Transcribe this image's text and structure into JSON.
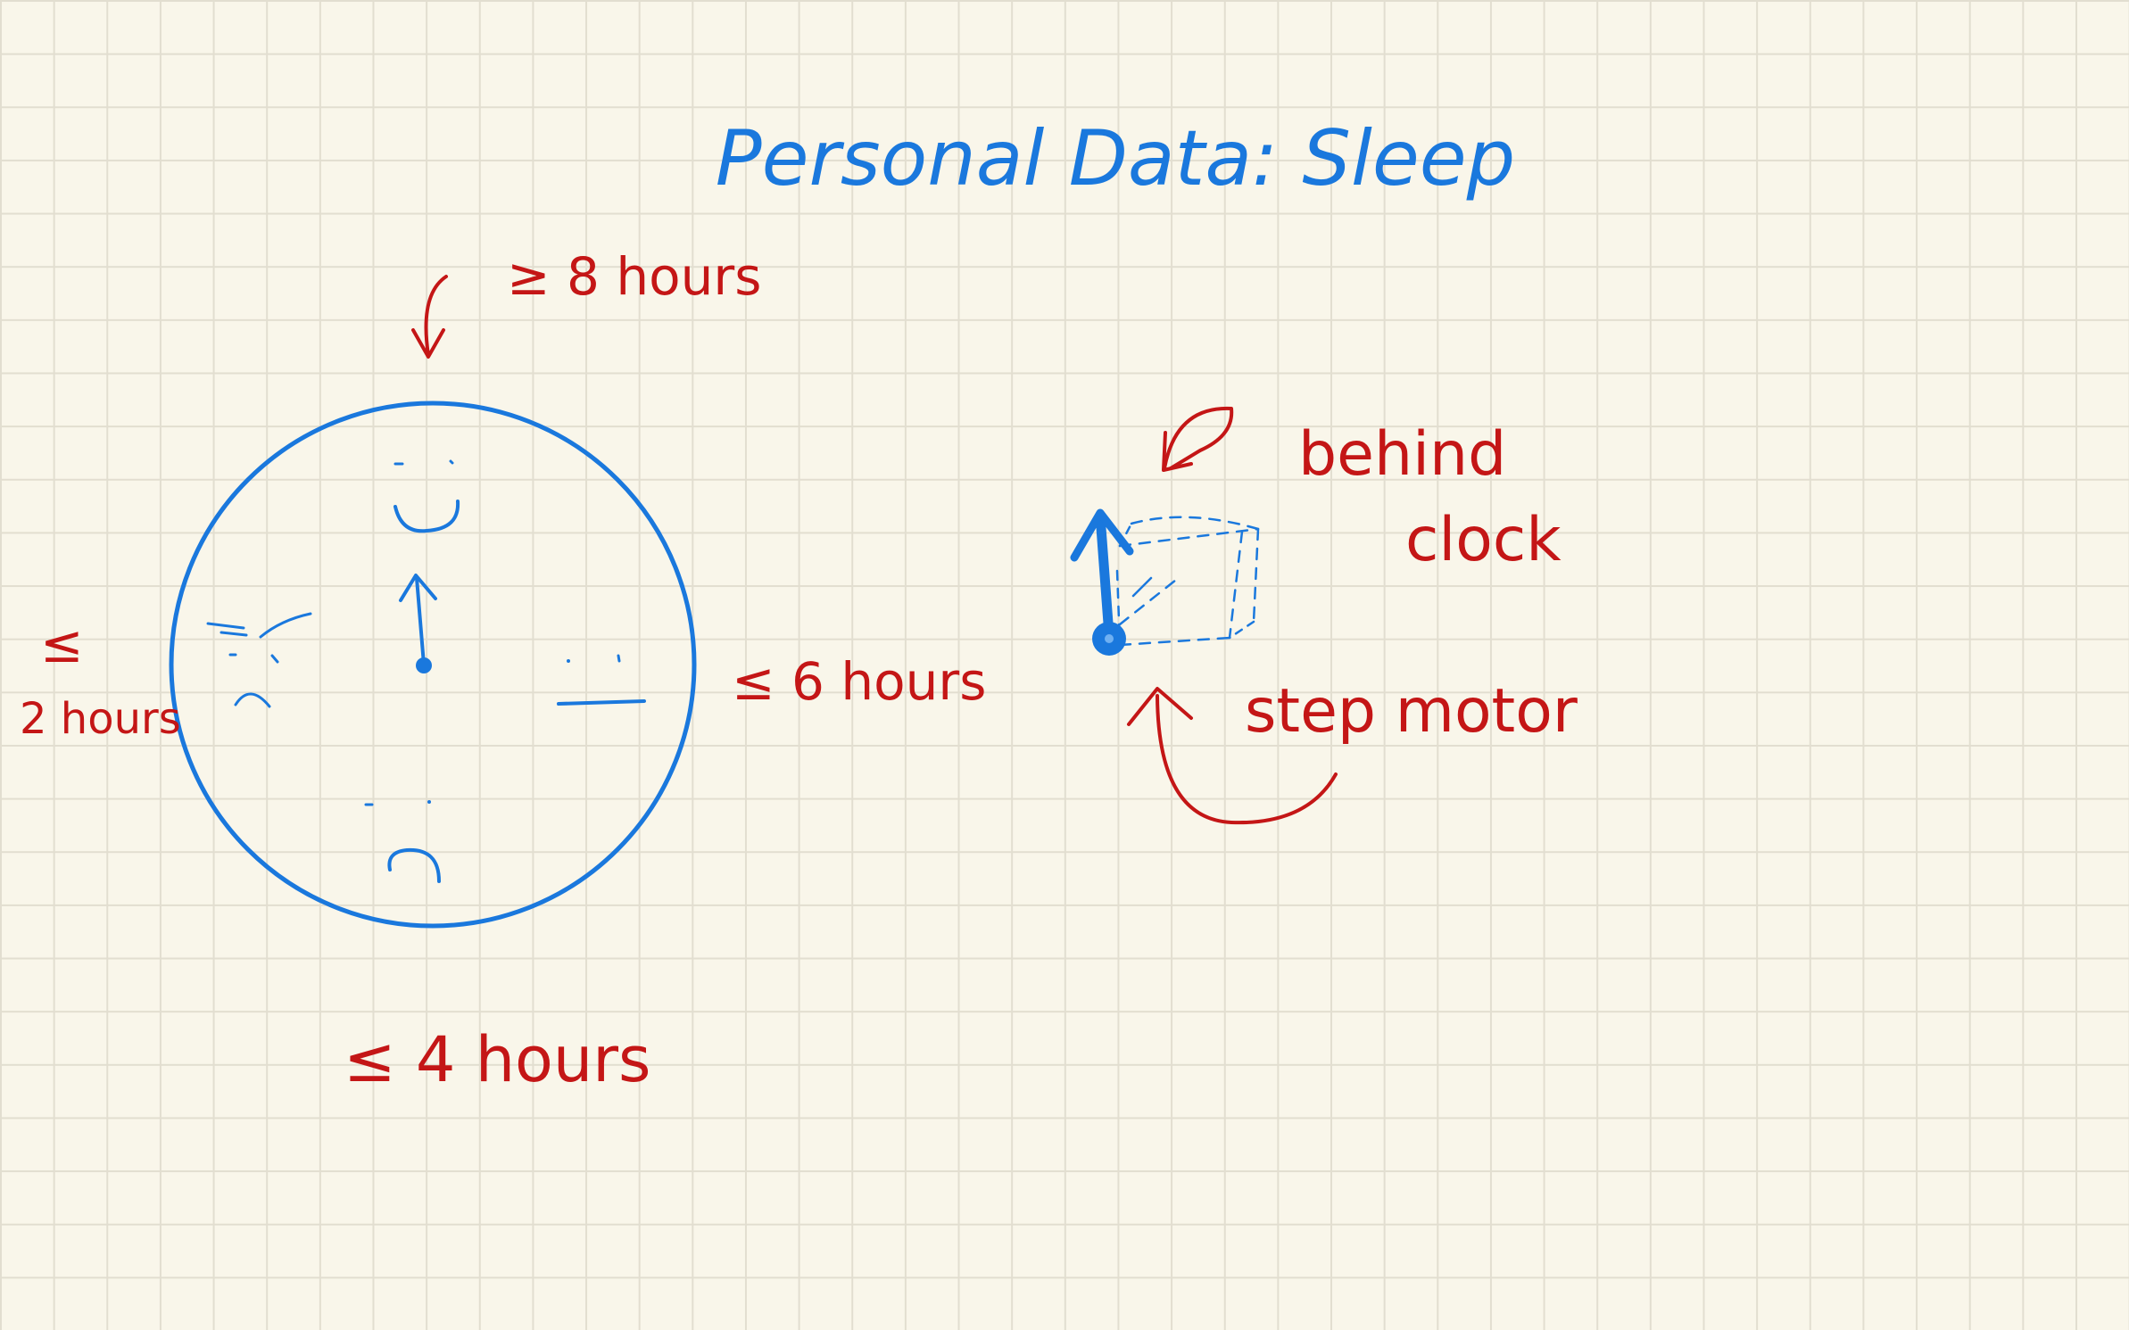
{
  "title": "Personal Data: Sleep",
  "dial": {
    "top_label": "≥ 8 hours",
    "right_label": "≤ 6 hours",
    "bottom_label": "≤ 4 hours",
    "left_label_symbol": "≤",
    "left_label_text": "2 hours",
    "faces": [
      "happy",
      "neutral",
      "sad",
      "crying"
    ]
  },
  "mechanism": {
    "behind_label": "behind",
    "clock_label": "clock",
    "motor_label": "step motor"
  },
  "colors": {
    "ink_blue": "#1a78dd",
    "ink_red": "#c41616",
    "paper": "#f9f6ea",
    "grid": "#e2ded0"
  }
}
